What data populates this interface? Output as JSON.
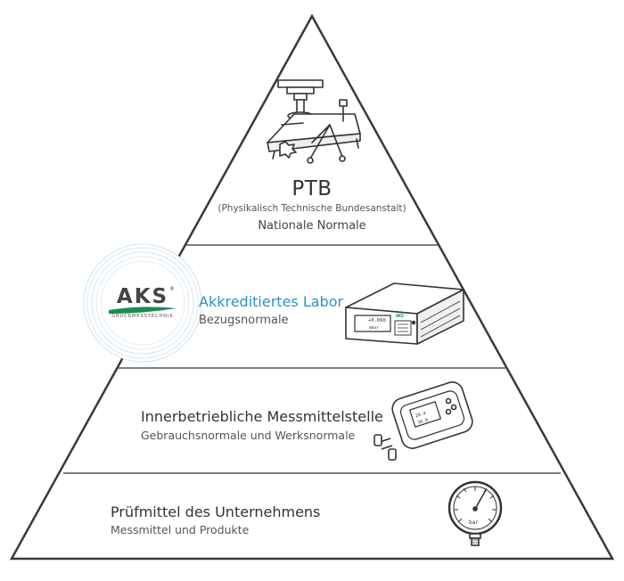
{
  "levels": {
    "ptb": {
      "title": "PTB",
      "subtitle": "(Physikalisch Technische Bundesanstalt)",
      "description": "Nationale Normale"
    },
    "lab": {
      "title": "Akkreditiertes Labor",
      "description": "Bezugsnormale"
    },
    "internal": {
      "title": "Innerbetriebliche Messmittelstelle",
      "description": "Gebrauchsnormale und Werksnormale"
    },
    "company": {
      "title": "Prüfmittel des Unternehmens",
      "description": "Messmittel und Produkte"
    }
  },
  "logo": {
    "name": "AKS",
    "registered": "®",
    "tagline": "DRUCKMESSTECHNIK"
  },
  "devices": {
    "calibrator_display": "+0.060",
    "calibrator_unit": "mbar",
    "calibrator_brand": "AKS",
    "handheld_line1": "20.4",
    "handheld_line2": "30.0",
    "gauge_unit": "bar"
  },
  "colors": {
    "accent": "#2a93c8",
    "logo_green": "#1e8a52",
    "line": "#3a3a3a"
  }
}
